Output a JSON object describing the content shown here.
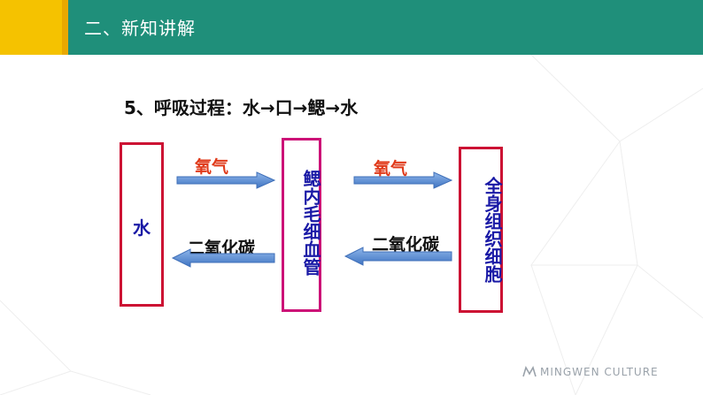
{
  "header": {
    "title": "二、新知讲解"
  },
  "subtitle": "5、呼吸过程：水→口→鳃→水",
  "boxes": {
    "water": "水",
    "gill": "鳃内毛细血管",
    "body": "全身组织细胞"
  },
  "flows": {
    "oxygen_1": "氧气",
    "co2_1": "二氧化碳",
    "oxygen_2": "氧气",
    "co2_2": "二氧化碳"
  },
  "watermark": "MINGWEN CULTURE",
  "colors": {
    "header": "#1f8f7a",
    "accent": "#f5c200",
    "box_border": "#cc1133",
    "box_text": "#1a1aa6",
    "oxygen_text": "#e03a1a",
    "arrow_fill": "#5b8fd6"
  }
}
